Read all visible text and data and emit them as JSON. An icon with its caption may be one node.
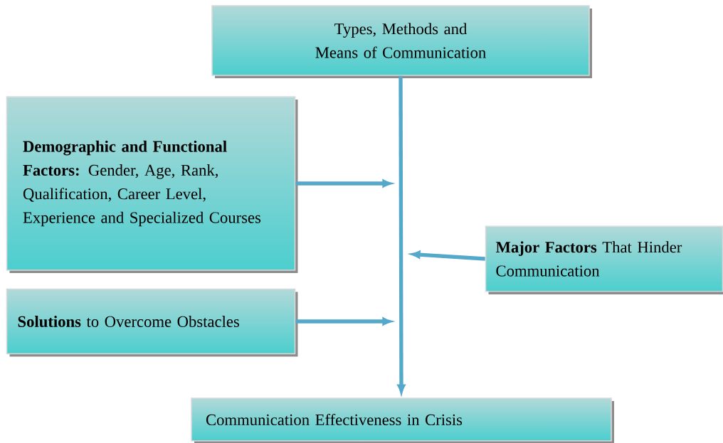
{
  "diagram": {
    "nodes": [
      {
        "text": [
          "Types, Methods and Means of Communication"
        ]
      },
      {
        "text": [
          "**Demographic and Functional Factors:** Gender, Age, Rank, Qualification, Career Level, Experience and Specialized Courses"
        ]
      },
      {
        "text": [
          "**Major Factors** That Hinder Communication"
        ]
      },
      {
        "text": [
          "**Solutions** to Overcome Obstacles"
        ]
      },
      {
        "text": [
          "Communication Effectiveness in Crisis"
        ]
      }
    ],
    "edges": [
      {
        "from": 0,
        "to": 4,
        "arrow": "to"
      },
      {
        "from": 1,
        "to": null,
        "arrow": "to"
      },
      {
        "from": 2,
        "to": null,
        "arrow": "to"
      },
      {
        "from": 3,
        "to": null,
        "arrow": "to"
      }
    ]
  }
}
